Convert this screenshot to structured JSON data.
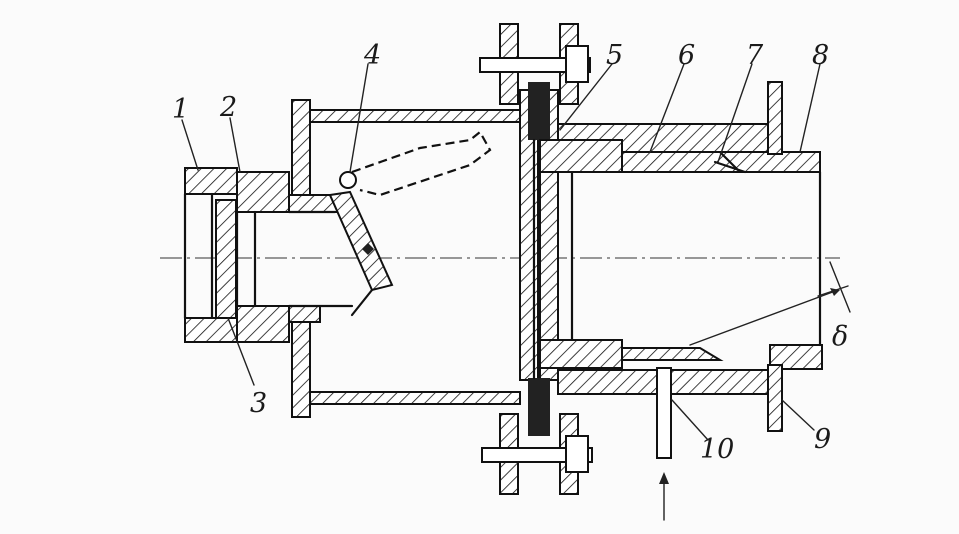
{
  "labels": [
    "1",
    "2",
    "3",
    "4",
    "5",
    "6",
    "7",
    "8",
    "9",
    "10"
  ],
  "gap_label": "δ"
}
